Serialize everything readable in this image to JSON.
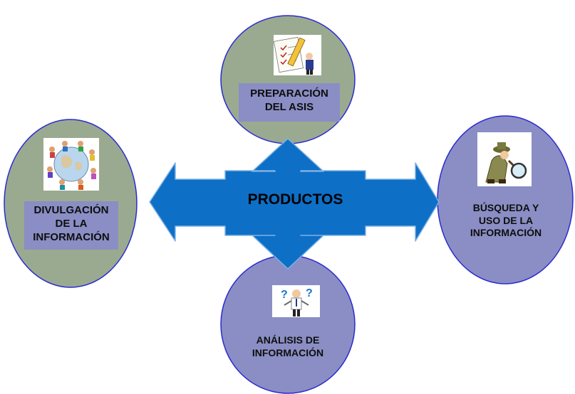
{
  "center": {
    "label": "PRODUCTOS"
  },
  "nodes": {
    "top": {
      "lines": [
        "PREPARACIÓN",
        "DEL ASIS"
      ],
      "icon": "person-writing-checklist-icon"
    },
    "left": {
      "lines": [
        "DIVULGACIÓN",
        "DE LA",
        "INFORMACIÓN"
      ],
      "icon": "people-around-globe-icon"
    },
    "right": {
      "lines": [
        "BÚSQUEDA Y",
        "USO DE LA",
        "INFORMACIÓN"
      ],
      "icon": "detective-magnifier-icon"
    },
    "bottom": {
      "lines": [
        "ANÁLISIS DE",
        "INFORMACIÓN"
      ],
      "icon": "person-question-marks-icon"
    }
  },
  "colors": {
    "arrow_fill": "#0e6fc6",
    "arrow_edge": "#7fb2e6",
    "circle_green": "#9aaa90",
    "circle_blue": "#8a8ec4",
    "circle_stroke": "#2a2ad0",
    "label_box": "#8a8ec4"
  }
}
